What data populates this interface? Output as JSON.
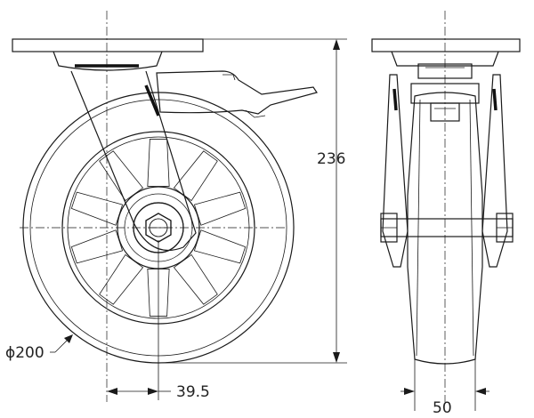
{
  "dimensions": {
    "total_height": "236",
    "wheel_diameter": "ϕ200",
    "offset": "39.5",
    "wheel_width": "50"
  },
  "views": [
    "side-view",
    "front-view"
  ]
}
